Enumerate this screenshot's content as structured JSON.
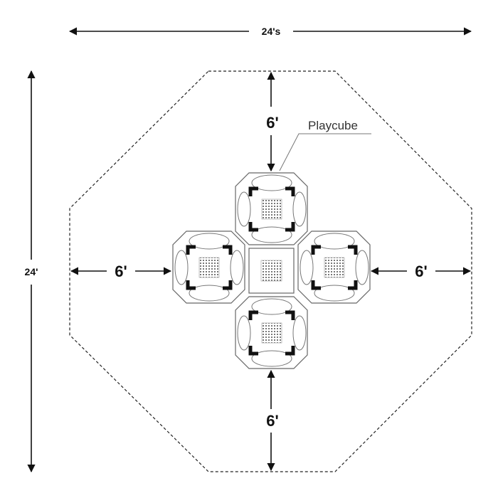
{
  "diagram": {
    "overall_width_label": "24's",
    "overall_height_label": "24'",
    "clearance_top_label": "6'",
    "clearance_left_label": "6'",
    "clearance_right_label": "6'",
    "clearance_bottom_label": "6'",
    "callout_label": "Playcube"
  },
  "colors": {
    "line": "#111111",
    "dashed_boundary": "#222222",
    "cube_outline": "#666666",
    "pad": "#111111"
  }
}
